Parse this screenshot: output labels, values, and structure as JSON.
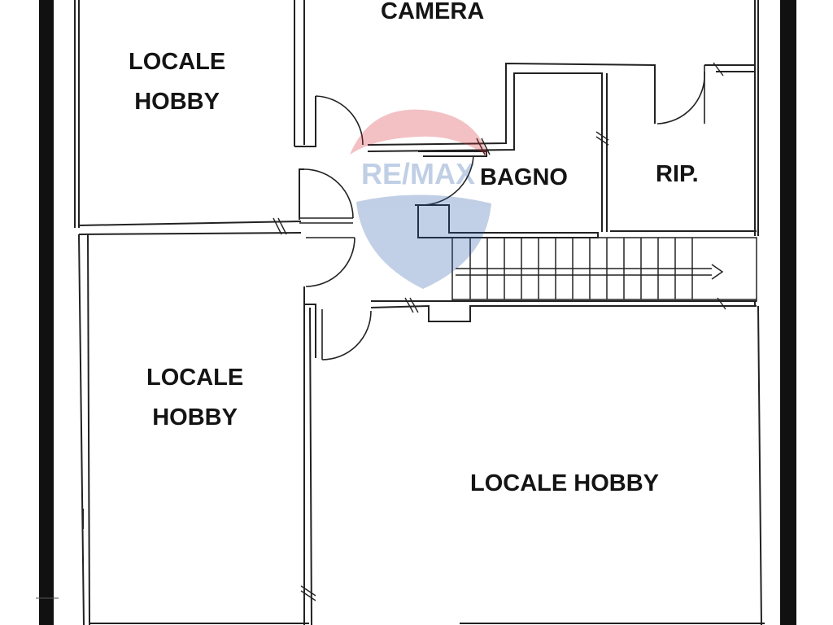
{
  "rooms": {
    "camera": "CAMERA",
    "hobby_top_left": {
      "line1": "LOCALE",
      "line2": "HOBBY"
    },
    "bagno": "BAGNO",
    "rip": "RIP.",
    "hobby_bottom_left": {
      "line1": "LOCALE",
      "line2": "HOBBY"
    },
    "hobby_bottom_right": "LOCALE HOBBY"
  },
  "watermark": {
    "text": "RE/MAX",
    "primary_color": "#1f56a5",
    "accent_color": "#d7262f"
  },
  "colors": {
    "wall": "#111111",
    "thin_wall": "#333333",
    "background": "#ffffff"
  }
}
